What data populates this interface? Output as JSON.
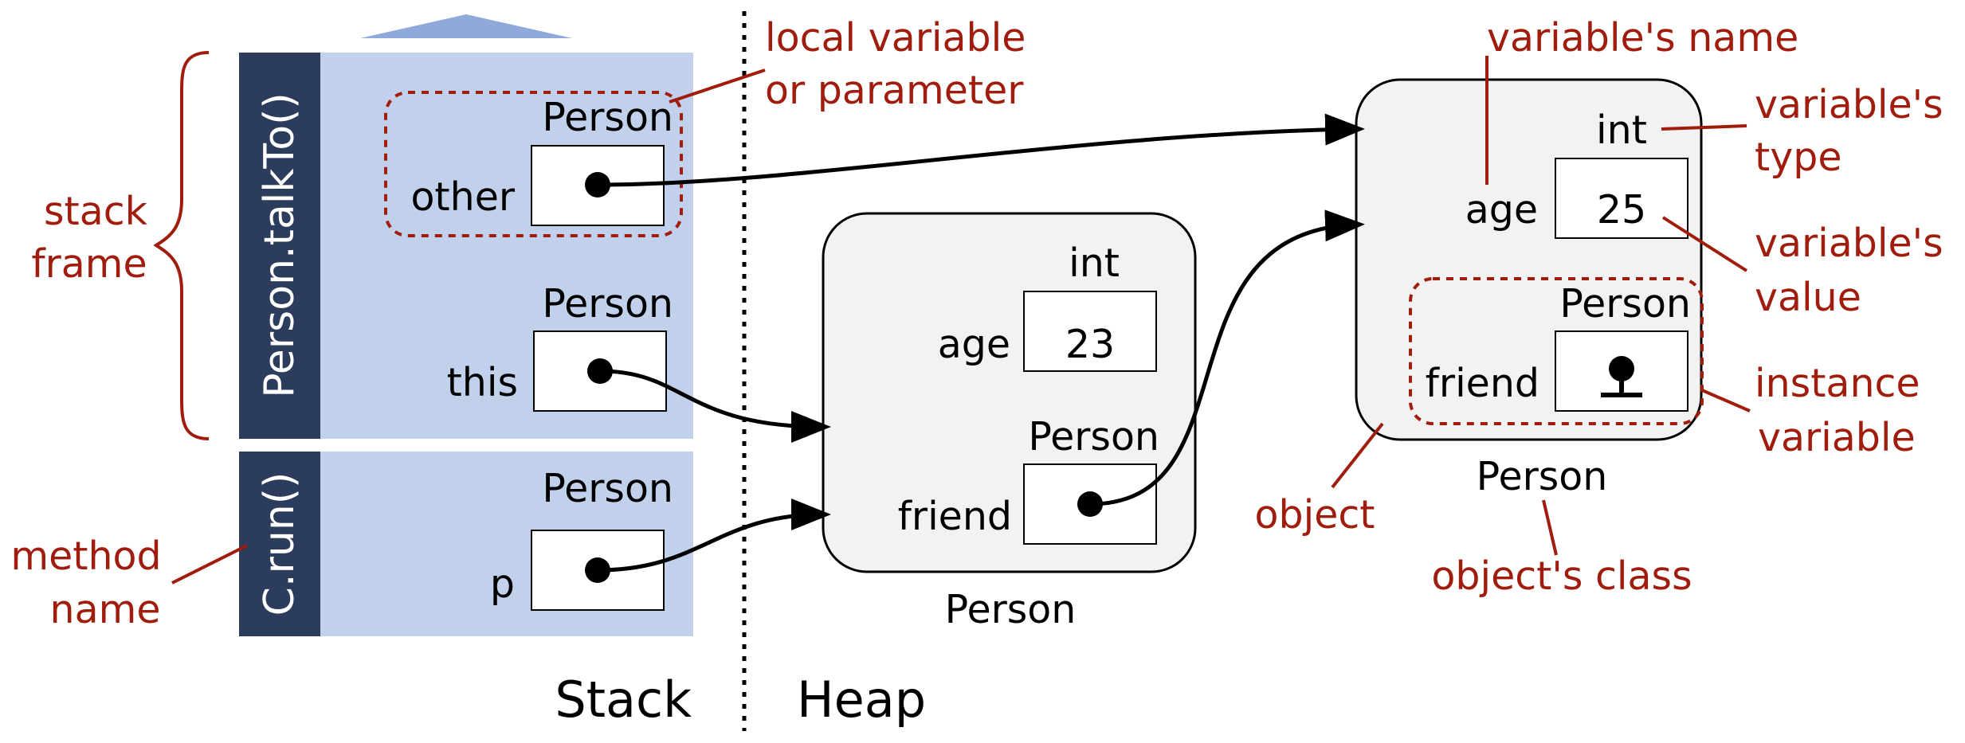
{
  "colors": {
    "frame_bg": "#c1d1ec",
    "frame_label_bg": "#2c3c5c",
    "stack_arrow": "#8fa9da",
    "object_bg": "#f2f2f2",
    "annotation": "#a01d0e"
  },
  "stack": {
    "frames": [
      {
        "method": "Person.talkTo()",
        "vars": [
          {
            "type": "Person",
            "name": "other"
          },
          {
            "type": "Person",
            "name": "this"
          }
        ]
      },
      {
        "method": "C.run()",
        "vars": [
          {
            "type": "Person",
            "name": "p"
          }
        ]
      }
    ]
  },
  "heap": {
    "objects": [
      {
        "class": "Person",
        "fields": [
          {
            "type": "int",
            "name": "age",
            "value": "23"
          },
          {
            "type": "Person",
            "name": "friend"
          }
        ]
      },
      {
        "class": "Person",
        "fields": [
          {
            "type": "int",
            "name": "age",
            "value": "25"
          },
          {
            "type": "Person",
            "name": "friend",
            "null_symbol": "ground-icon"
          }
        ]
      }
    ]
  },
  "annotations": {
    "stack_frame_1": "stack",
    "stack_frame_2": "frame",
    "method_name_1": "method",
    "method_name_2": "name",
    "local_var_1": "local variable",
    "local_var_2": "or parameter",
    "var_name": "variable's name",
    "var_type_1": "variable's",
    "var_type_2": "type",
    "var_value_1": "variable's",
    "var_value_2": "value",
    "instance_var_1": "instance",
    "instance_var_2": "variable",
    "object": "object",
    "object_class": "object's class"
  },
  "sections": {
    "stack": "Stack",
    "heap": "Heap"
  }
}
